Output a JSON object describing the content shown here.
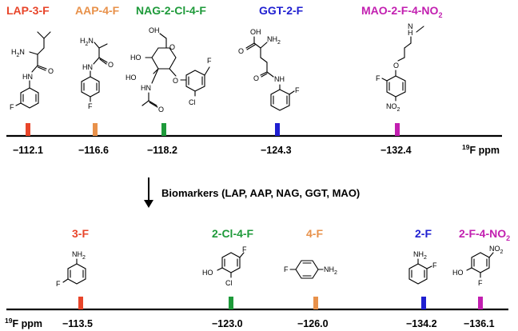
{
  "top": {
    "probes": [
      {
        "label": "LAP-3-F",
        "shift": "−112.1",
        "color": "#e8452a"
      },
      {
        "label": "AAP-4-F",
        "shift": "−116.6",
        "color": "#e8914a"
      },
      {
        "label": "NAG-2-Cl-4-F",
        "shift": "−118.2",
        "color": "#1e9a3a"
      },
      {
        "label": "GGT-2-F",
        "shift": "−124.3",
        "color": "#1f1fd1"
      },
      {
        "label": "MAO-2-F-4-NO",
        "label_sub": "2",
        "shift": "−132.4",
        "color": "#c21fb0"
      }
    ],
    "axis_unit_sup": "19",
    "axis_unit": "F ppm"
  },
  "arrow_label": "Biomarkers (LAP, AAP, NAG, GGT, MAO)",
  "bottom": {
    "products": [
      {
        "label": "3-F",
        "shift": "−113.5",
        "color": "#e8452a"
      },
      {
        "label": "2-Cl-4-F",
        "shift": "−123.0",
        "color": "#1e9a3a"
      },
      {
        "label": "4-F",
        "shift": "−126.0",
        "color": "#e8914a"
      },
      {
        "label": "2-F",
        "shift": "−134.2",
        "color": "#1f1fd1"
      },
      {
        "label": "2-F-4-NO",
        "label_sub": "2",
        "shift": "−136.1",
        "color": "#c21fb0"
      }
    ],
    "axis_unit_sup": "19",
    "axis_unit": "F ppm"
  },
  "atoms": {
    "nh2": "NH",
    "nh2_sub": "2",
    "h2n": "H",
    "h2n_sub": "2",
    "h2n_n": "N",
    "hn": "HN",
    "nh": "NH",
    "ho": "HO",
    "oh": "OH",
    "o": "O",
    "f": "F",
    "cl": "Cl",
    "no2": "NO",
    "no2_sub": "2",
    "h": "H",
    "n": "N"
  }
}
